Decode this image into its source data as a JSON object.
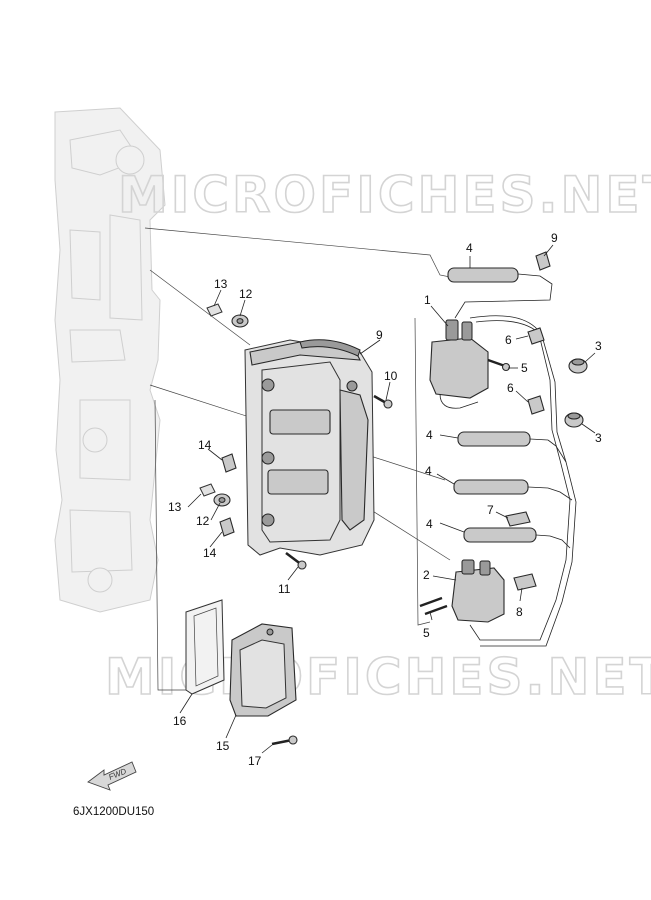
{
  "watermark": "MICROFICHES.NET",
  "reference_code": "6JX1200DU150",
  "fwd_label": "FWD",
  "callouts": [
    {
      "id": "c1",
      "text": "1"
    },
    {
      "id": "c2",
      "text": "2"
    },
    {
      "id": "c3a",
      "text": "3"
    },
    {
      "id": "c3b",
      "text": "3"
    },
    {
      "id": "c4a",
      "text": "4"
    },
    {
      "id": "c4b",
      "text": "4"
    },
    {
      "id": "c4c",
      "text": "4"
    },
    {
      "id": "c4d",
      "text": "4"
    },
    {
      "id": "c5a",
      "text": "5"
    },
    {
      "id": "c5b",
      "text": "5"
    },
    {
      "id": "c6a",
      "text": "6"
    },
    {
      "id": "c6b",
      "text": "6"
    },
    {
      "id": "c7",
      "text": "7"
    },
    {
      "id": "c8",
      "text": "8"
    },
    {
      "id": "c9a",
      "text": "9"
    },
    {
      "id": "c9b",
      "text": "9"
    },
    {
      "id": "c10",
      "text": "10"
    },
    {
      "id": "c11",
      "text": "11"
    },
    {
      "id": "c12a",
      "text": "12"
    },
    {
      "id": "c12b",
      "text": "12"
    },
    {
      "id": "c13a",
      "text": "13"
    },
    {
      "id": "c13b",
      "text": "13"
    },
    {
      "id": "c14a",
      "text": "14"
    },
    {
      "id": "c14b",
      "text": "14"
    },
    {
      "id": "c15",
      "text": "15"
    },
    {
      "id": "c16",
      "text": "16"
    },
    {
      "id": "c17",
      "text": "17"
    }
  ]
}
